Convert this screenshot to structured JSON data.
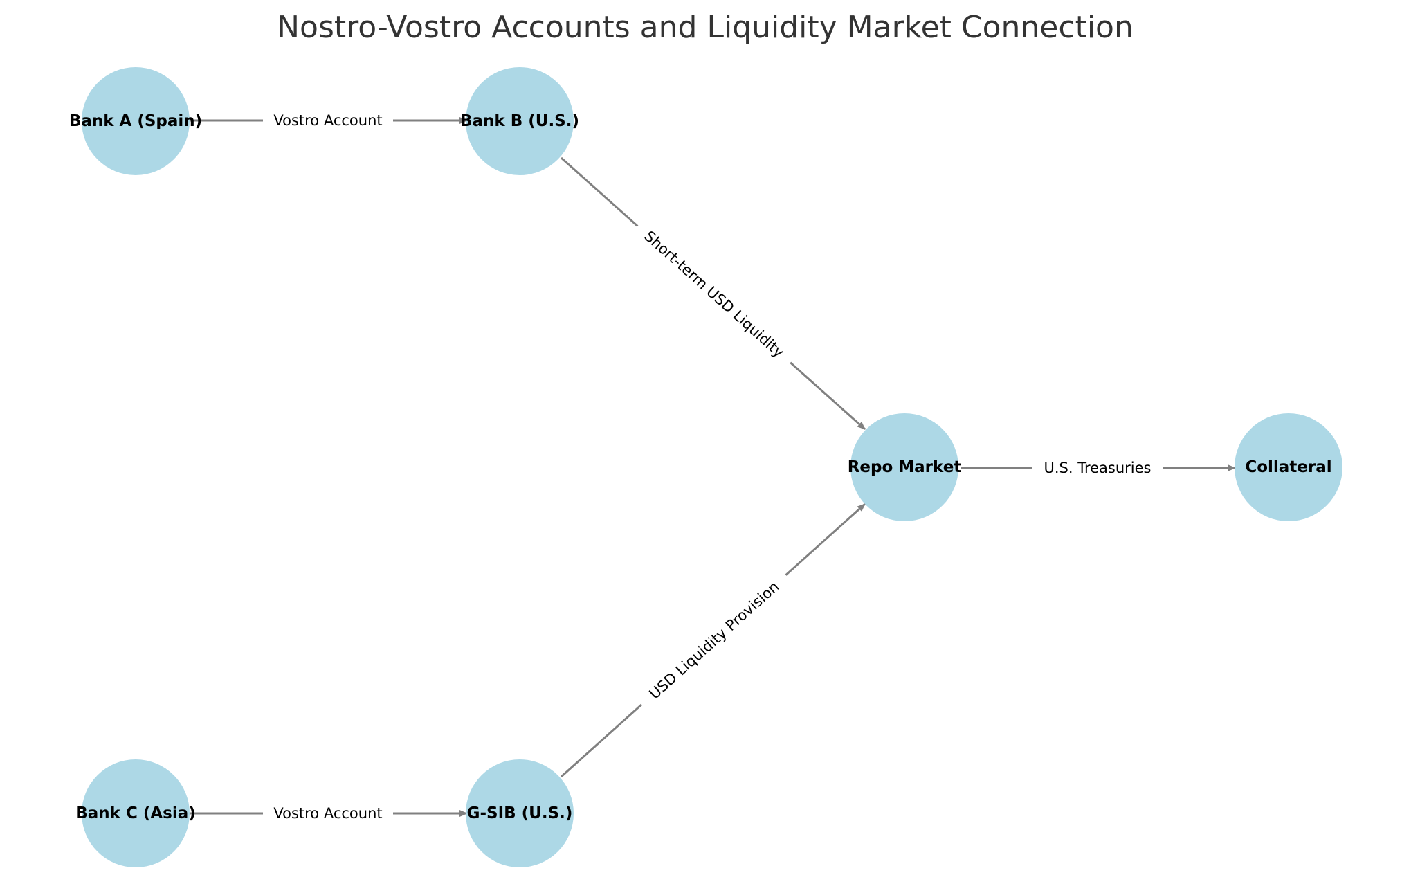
{
  "diagram": {
    "title": "Nostro-Vostro Accounts and Liquidity Market Connection",
    "colors": {
      "node_fill": "#add8e6",
      "edge": "#808080",
      "title": "#333333"
    },
    "nodes": [
      {
        "id": "bank_a",
        "label": "Bank A (Spain)"
      },
      {
        "id": "bank_b",
        "label": "Bank B (U.S.)"
      },
      {
        "id": "bank_c",
        "label": "Bank C (Asia)"
      },
      {
        "id": "gsib",
        "label": "G-SIB (U.S.)"
      },
      {
        "id": "repo",
        "label": "Repo Market"
      },
      {
        "id": "collateral",
        "label": "Collateral"
      }
    ],
    "edges": [
      {
        "from": "bank_a",
        "to": "bank_b",
        "label": "Vostro Account"
      },
      {
        "from": "bank_c",
        "to": "gsib",
        "label": "Vostro Account"
      },
      {
        "from": "bank_b",
        "to": "repo",
        "label": "Short-term USD Liquidity"
      },
      {
        "from": "gsib",
        "to": "repo",
        "label": "USD Liquidity Provision"
      },
      {
        "from": "repo",
        "to": "collateral",
        "label": "U.S. Treasuries"
      }
    ]
  }
}
